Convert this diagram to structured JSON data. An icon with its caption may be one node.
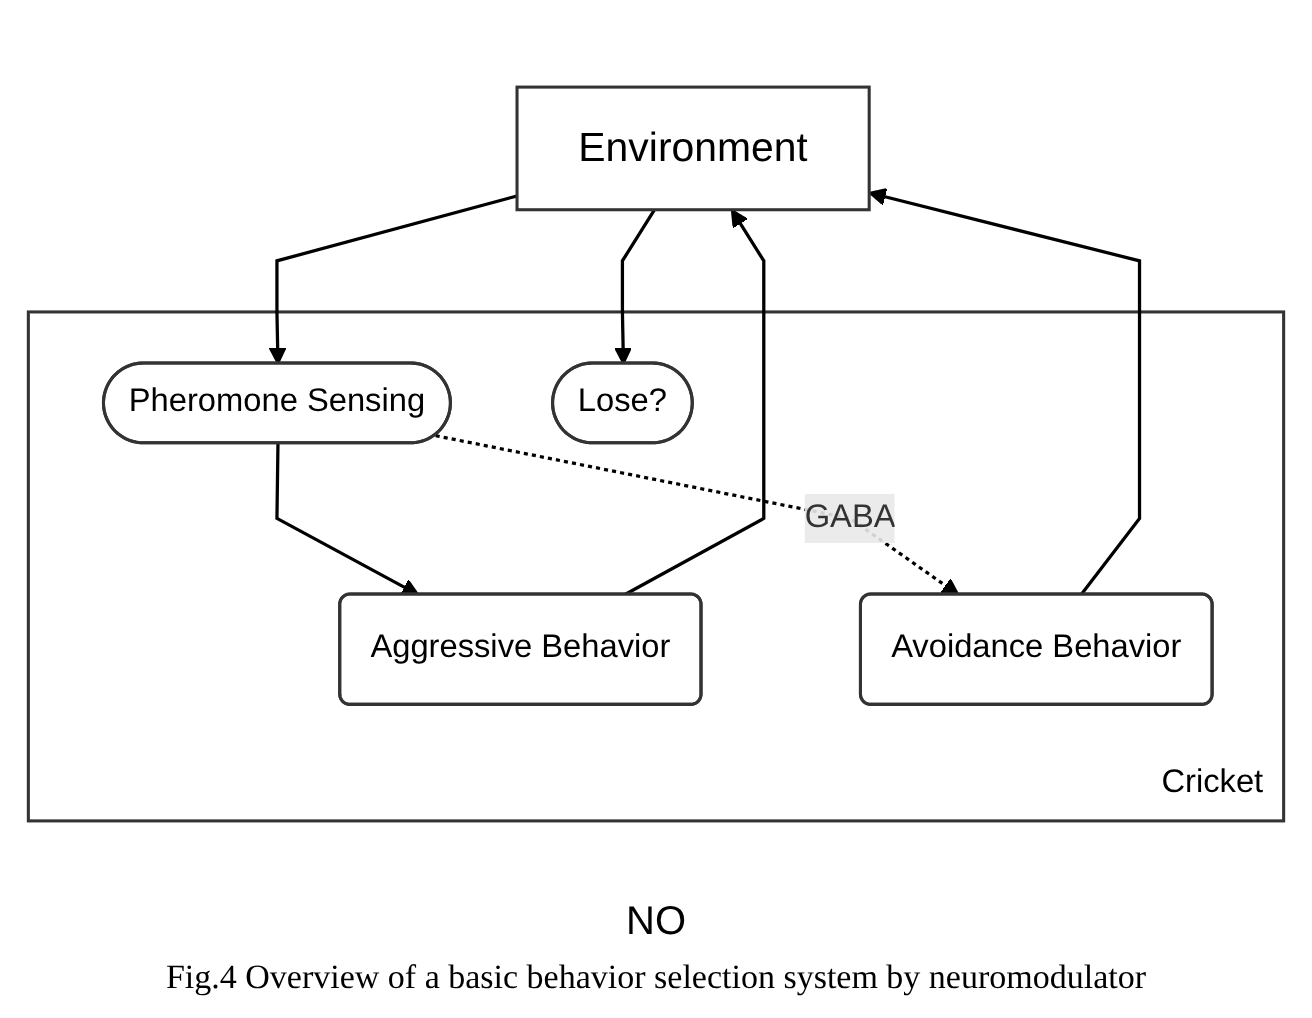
{
  "diagram": {
    "caption": "Fig.4 Overview of a basic behavior selection system by neuromodulator",
    "nodes": [
      {
        "text": [
          "Environment"
        ]
      },
      {
        "text": [
          "Cricket"
        ]
      },
      {
        "text": [
          "Pheromone Sensing"
        ],
        "in": 1
      },
      {
        "text": [
          "Lose?"
        ],
        "in": 1
      },
      {
        "text": [
          "Aggressive Behavior"
        ],
        "in": 1
      },
      {
        "text": [
          "Avoidance Behavior"
        ],
        "in": 1
      }
    ],
    "edges": [
      {
        "from": 0,
        "to": 2,
        "arrow": "to"
      },
      {
        "from": 0,
        "to": 3,
        "arrow": "to"
      },
      {
        "from": 2,
        "to": 4,
        "arrow": "to"
      },
      {
        "from": 2,
        "to": 5,
        "arrow": "to",
        "label": "GABA",
        "style": "dashed"
      },
      {
        "from": 4,
        "to": 0,
        "arrow": "to"
      },
      {
        "from": 5,
        "to": 0,
        "arrow": "to"
      }
    ],
    "labels": [
      "NO"
    ]
  }
}
